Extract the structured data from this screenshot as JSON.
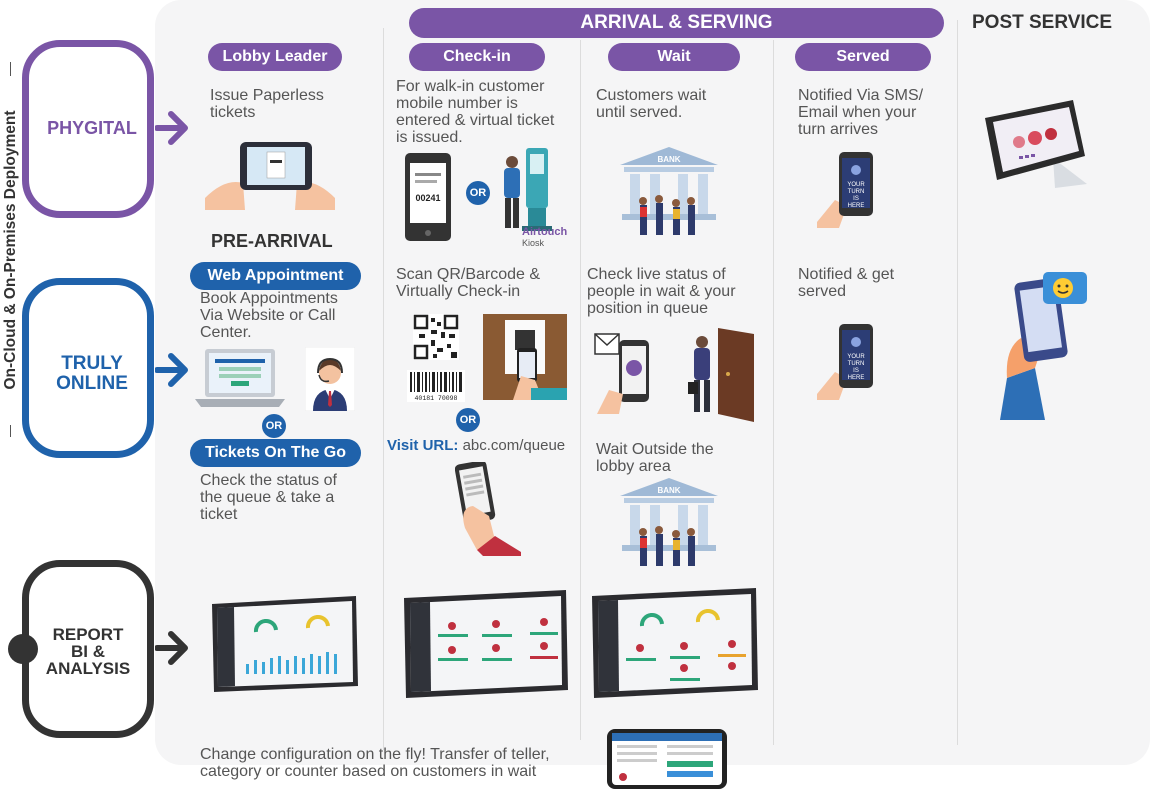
{
  "colors": {
    "purple": "#7a55a6",
    "blue": "#1f62ab",
    "dark": "#333333",
    "panel": "#f5f5f6"
  },
  "vertical_label": "On-Cloud & On-Premises Deployment",
  "side": {
    "phygital": "PHYGITAL",
    "truly_online_1": "TRULY",
    "truly_online_2": "ONLINE",
    "report_1": "REPORT",
    "report_2": "BI &",
    "report_3": "ANALYSIS"
  },
  "headers": {
    "arrival_serving": "ARRIVAL & SERVING",
    "post_service": "POST SERVICE",
    "pre_arrival": "PRE-ARRIVAL"
  },
  "pills": {
    "lobby_leader": "Lobby Leader",
    "check_in": "Check-in",
    "wait": "Wait",
    "served": "Served",
    "web_appointment": "Web Appointment",
    "tickets_on_the_go": "Tickets On The Go"
  },
  "texts": {
    "issue_1": "Issue Paperless",
    "issue_2": "tickets",
    "walkin_1": "For walk-in customer",
    "walkin_2": "mobile number is",
    "walkin_3": "entered & virtual ticket",
    "walkin_4": "is issued.",
    "wait_1": "Customers wait",
    "wait_2": "until served.",
    "notified_1": "Notified Via SMS/",
    "notified_2": "Email when your",
    "notified_3": "turn arrives",
    "book_1": "Book Appointments",
    "book_2": "Via Website or Call",
    "book_3": "Center.",
    "scan_1": "Scan QR/Barcode &",
    "scan_2": "Virtually Check-in",
    "live_1": "Check live status of",
    "live_2": "people in wait & your",
    "live_3": "position in queue",
    "notified_get_1": "Notified & get",
    "notified_get_2": "served",
    "status_1": "Check the status of",
    "status_2": "the queue & take a",
    "status_3": "ticket",
    "visit_url_label": "Visit URL:",
    "visit_url_value": "abc.com/queue",
    "outside_1": "Wait Outside the",
    "outside_2": "lobby area",
    "config_1": "Change configuration on the fly! Transfer of teller,",
    "config_2": "category or counter based on customers in wait"
  },
  "or_labels": [
    "OR",
    "OR",
    "OR"
  ],
  "kiosk": {
    "brand": "Airtouch",
    "sub": "Kiosk"
  },
  "ticket_number": "00241",
  "phone_text": [
    "YOUR",
    "TURN",
    "IS",
    "HERE"
  ],
  "bank_label": "BANK",
  "barcode_digits": "40181 70098"
}
